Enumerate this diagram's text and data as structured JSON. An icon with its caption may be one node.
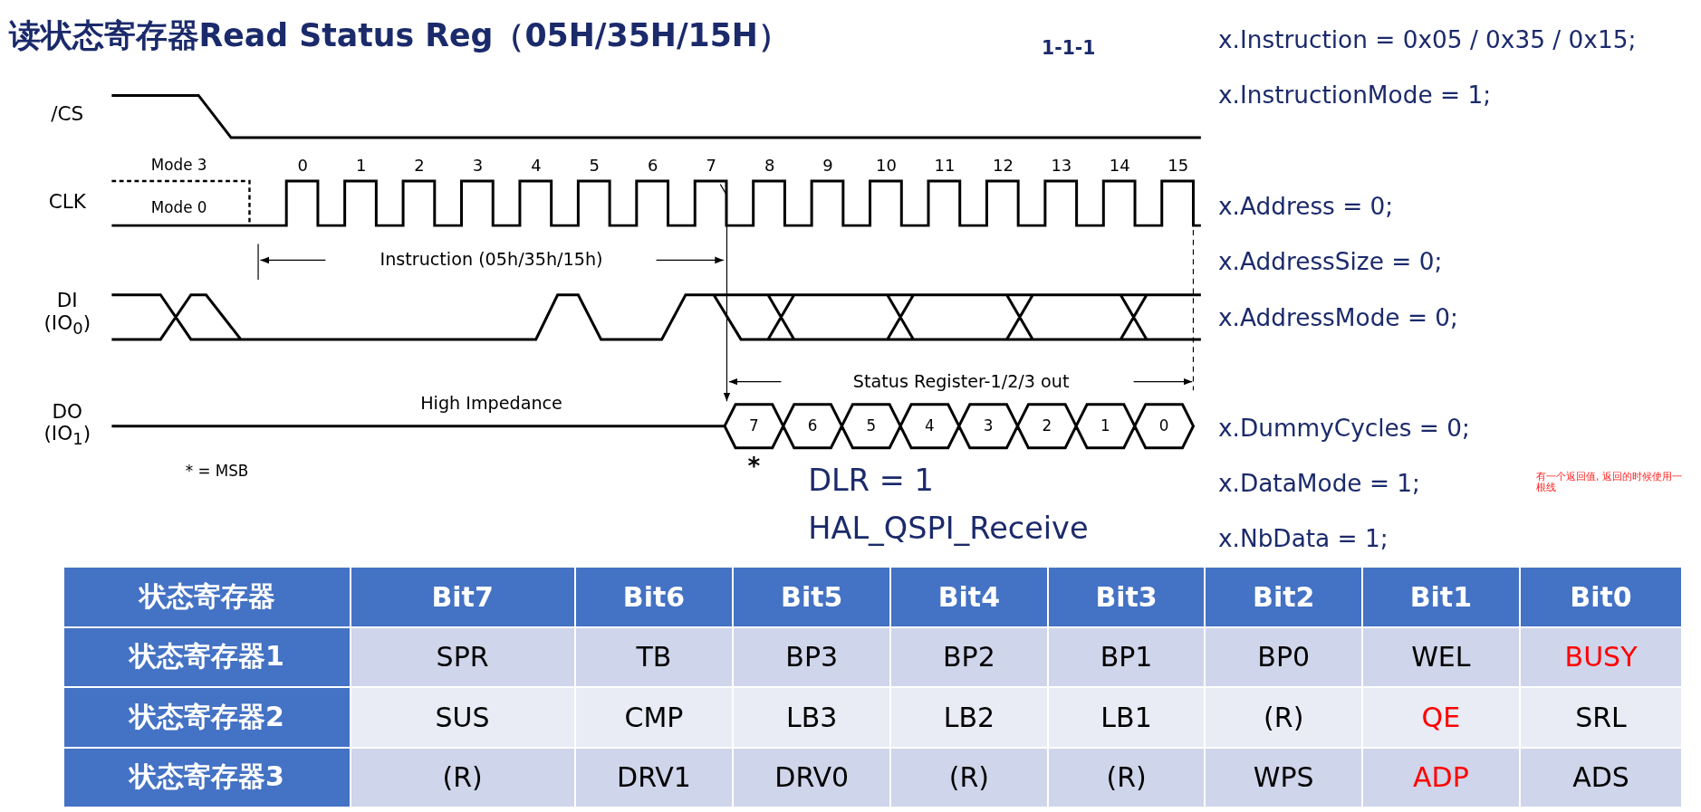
{
  "diagram": {
    "title": "读状态寄存器Read Status Reg（05H/35H/15H）",
    "labels": [
      "1-1-1",
      "x.Instruction = 0x05 / 0x35 / 0x15;",
      "x.InstructionMode = 1;",
      "/CS",
      "Mode 3",
      "0",
      "1",
      "2",
      "3",
      "4",
      "5",
      "6",
      "7",
      "8",
      "9",
      "10",
      "11",
      "12",
      "13",
      "14",
      "15",
      "CLK",
      "Mode 0",
      "x.Address = 0;",
      "Instruction (05h/35h/15h)",
      "x.AddressSize = 0;",
      "DI (IO$_{0}$)",
      "x.AddressMode = 0;",
      "Status Register-1/2/3 out",
      "DO (IO$_{1}$)",
      "High Impedance",
      "7",
      "6",
      "5",
      "4",
      "3",
      "2",
      "1",
      "0",
      "x.DummyCycles = 0;",
      "* = MSB",
      "*",
      "DLR = 1",
      "x.DataMode = 1;",
      "有一个返回值, 返回的时候使用一根线",
      "HAL_QSPI_Receive",
      "x.NbData = 1;",
      "状态寄存器",
      "Bit7",
      "Bit6",
      "Bit5",
      "Bit4",
      "Bit3",
      "Bit2",
      "Bit1",
      "Bit0",
      "状态寄存器1",
      "SPR",
      "TB",
      "BP3",
      "BP2",
      "BP1",
      "BP0",
      "WEL",
      "BUSY",
      "状态寄存器2",
      "SUS",
      "CMP",
      "LB3",
      "LB2",
      "LB1",
      "(R)",
      "QE",
      "SRL",
      "状态寄存器3",
      "(R)",
      "DRV1",
      "DRV0",
      "(R)",
      "(R)",
      "WPS",
      "ADP",
      "ADS"
    ]
  }
}
